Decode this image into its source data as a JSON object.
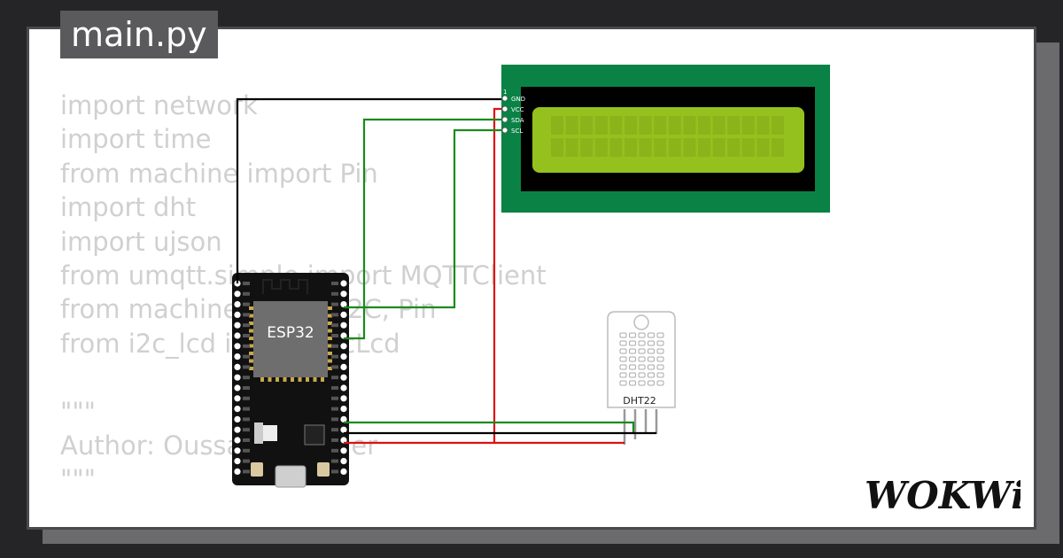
{
  "file_tab": {
    "label": "main.py"
  },
  "code_lines": [
    "import network",
    "import time",
    "from machine import Pin",
    "import dht",
    "import ujson",
    "from umqtt.simple import MQTTClient",
    "from machine import I2C, Pin",
    "from i2c_lcd import I2cLcd",
    "",
    "\"\"\"",
    "Author: Oussama Hamer",
    "\"\"\""
  ],
  "lcd": {
    "pin1": "1",
    "pins": [
      "GND",
      "VCC",
      "SDA",
      "SCL"
    ],
    "board_color": "#0a8246",
    "screen_color": "#95c11f"
  },
  "esp32": {
    "chip_label": "ESP32"
  },
  "dht22": {
    "label": "DHT22"
  },
  "wire_colors": {
    "gnd": "#000000",
    "vcc": "#e01010",
    "data": "#1b8a1b"
  },
  "logo": {
    "text": "WOKWi"
  }
}
